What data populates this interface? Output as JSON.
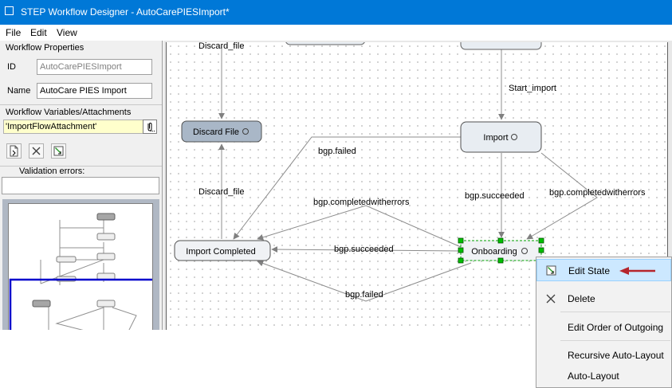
{
  "window": {
    "title": "STEP Workflow Designer - AutoCarePIESImport*"
  },
  "menu": [
    "File",
    "Edit",
    "View"
  ],
  "properties": {
    "section_label": "Workflow Properties",
    "id_label": "ID",
    "id_value": "AutoCarePIESImport",
    "name_label": "Name",
    "name_value": "AutoCare PIES Import"
  },
  "variables": {
    "section_label": "Workflow Variables/Attachments",
    "item": "'ImportFlowAttachment'",
    "attach_icon": "paperclip-icon"
  },
  "validation": {
    "label": "Validation errors:"
  },
  "diagram": {
    "states": {
      "discard_file": "Discard File",
      "import": "Import",
      "import_completed": "Import Completed",
      "onboarding": "Onboarding"
    },
    "transitions": {
      "discard_file_top": "Discard_file",
      "start_import": "Start_import",
      "discard_file_mid": "Discard_file",
      "bgp_failed_top": "bgp.failed",
      "bgp_succeeded_import": "bgp.succeeded",
      "bgp_completedwitherrors_right": "bgp.completedwitherrors",
      "bgp_completedwitherrors_mid": "bgp.completedwitherrors",
      "bgp_succeeded_onboarding": "bgp.succeeded",
      "bgp_failed_bottom": "bgp.failed"
    }
  },
  "context_menu": {
    "items": [
      "Edit State",
      "Delete",
      "Edit Order of Outgoing",
      "Recursive Auto-Layout",
      "Auto-Layout"
    ]
  },
  "colors": {
    "titlebar": "#0078d7",
    "highlight": "#cce8ff",
    "arrow": "#b5252c",
    "selection": "#00c000"
  }
}
